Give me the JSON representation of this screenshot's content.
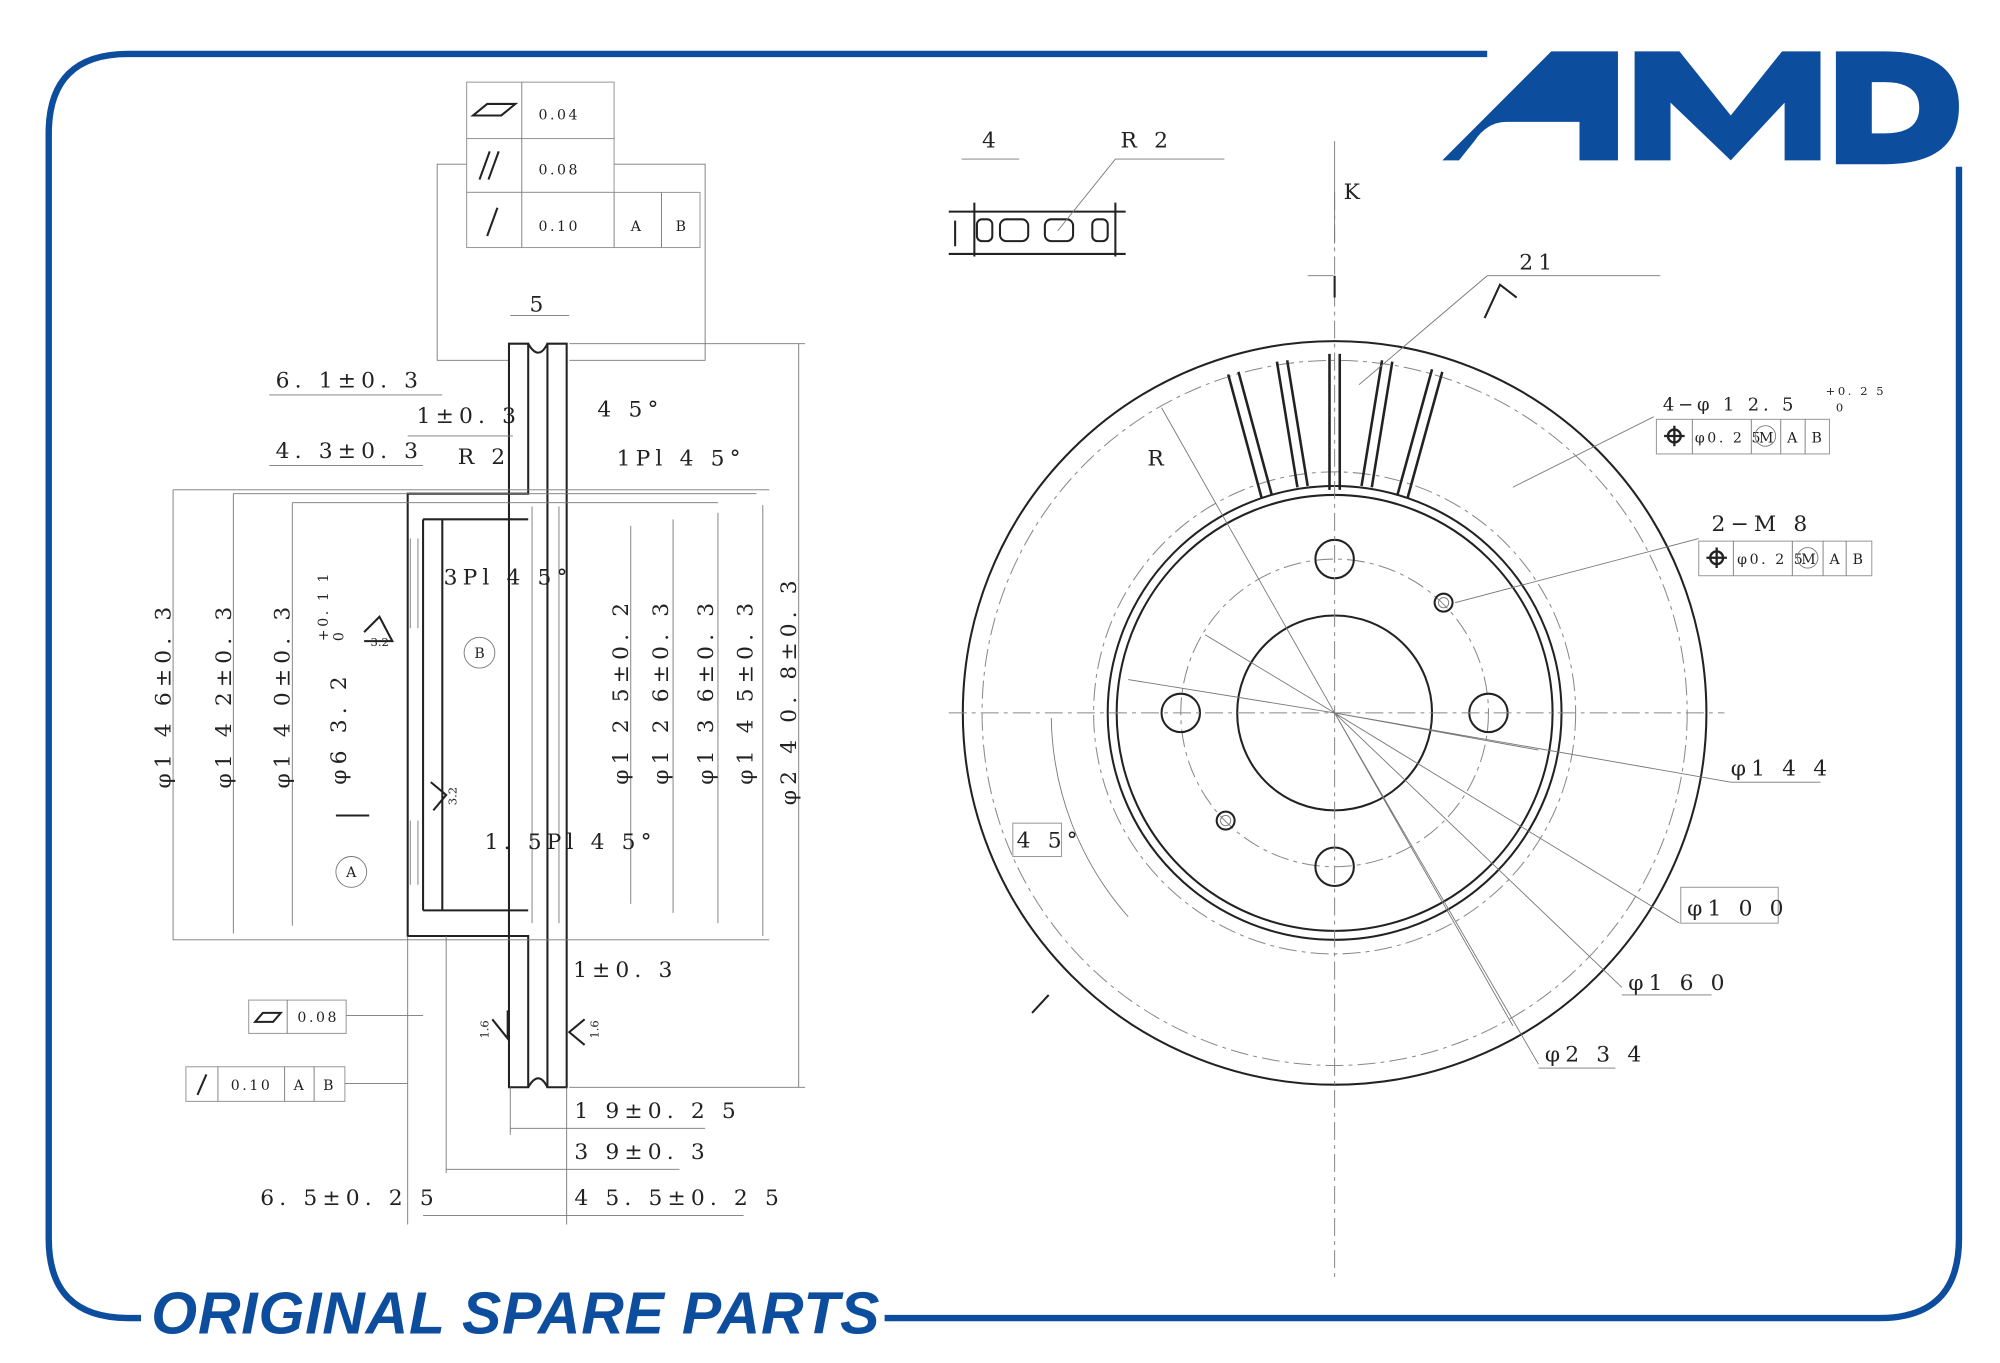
{
  "brand": {
    "logo": "AMD",
    "tagline": "ORIGINAL SPARE PARTS",
    "color": "#0d4d9e"
  },
  "section_view": {
    "fcf_top": {
      "flatness": "0.04",
      "parallelism": "0.08",
      "runout": "0.10",
      "datum_a": "A",
      "datum_b": "B"
    },
    "fcf_bottom_flatness": "0.08",
    "fcf_bottom_runout": {
      "value": "0.10",
      "datum_a": "A",
      "datum_b": "B"
    },
    "dims": {
      "width_5": "5",
      "d61": "6. 1±0. 3",
      "d1": "1±0. 3",
      "d43": "4. 3±0. 3",
      "r2": "R 2",
      "a45": "4 5°",
      "ch1": "1Pl 4 5°",
      "ch3": "3Pl 4 5°",
      "ch15": "1. 5Pl 4 5°",
      "d1b": "1±0. 3",
      "d19": "1 9±0. 2 5",
      "d39": "3 9±0. 3",
      "d65": "6. 5±0. 2 5",
      "d455": "4 5. 5±0. 2 5",
      "phi146": "φ1 4 6±0. 3",
      "phi142": "φ1 4 2±0. 3",
      "phi140": "φ1 4 0±0. 3",
      "phi632": "φ6 3. 2",
      "phi632_tol_upper": "+0. 1 1",
      "phi632_tol_lower": "0",
      "phi125": "φ1 2 5±0. 2",
      "phi126": "φ1 2 6±0. 3",
      "phi136": "φ1 3 6±0. 3",
      "phi145": "φ1 4 5±0. 3",
      "phi2408": "φ2 4 0. 8±0. 3",
      "rough32a": "3.2",
      "rough32b": "3.2",
      "rough16a": "1.6",
      "rough16b": "1.6",
      "datum_a": "A",
      "datum_b": "B"
    }
  },
  "detail_view": {
    "w4": "4",
    "r2": "R 2"
  },
  "front_view": {
    "k": "K",
    "n21": "21",
    "r": "R",
    "holes4": "4−φ 1 2. 5",
    "holes4_tol_upper": "+0. 2 5",
    "holes4_tol_lower": "0",
    "holes4_fcf": {
      "tol": "φ0. 2 5",
      "mod": "M",
      "a": "A",
      "b": "B"
    },
    "m8": "2−M 8",
    "m8_fcf": {
      "tol": "φ0. 2 5",
      "mod": "M",
      "a": "A",
      "b": "B"
    },
    "a45": "4 5°",
    "phi144": "φ1 4 4",
    "phi100": "φ1 0 0",
    "phi160": "φ1 6 0",
    "phi234": "φ2 3 4"
  }
}
